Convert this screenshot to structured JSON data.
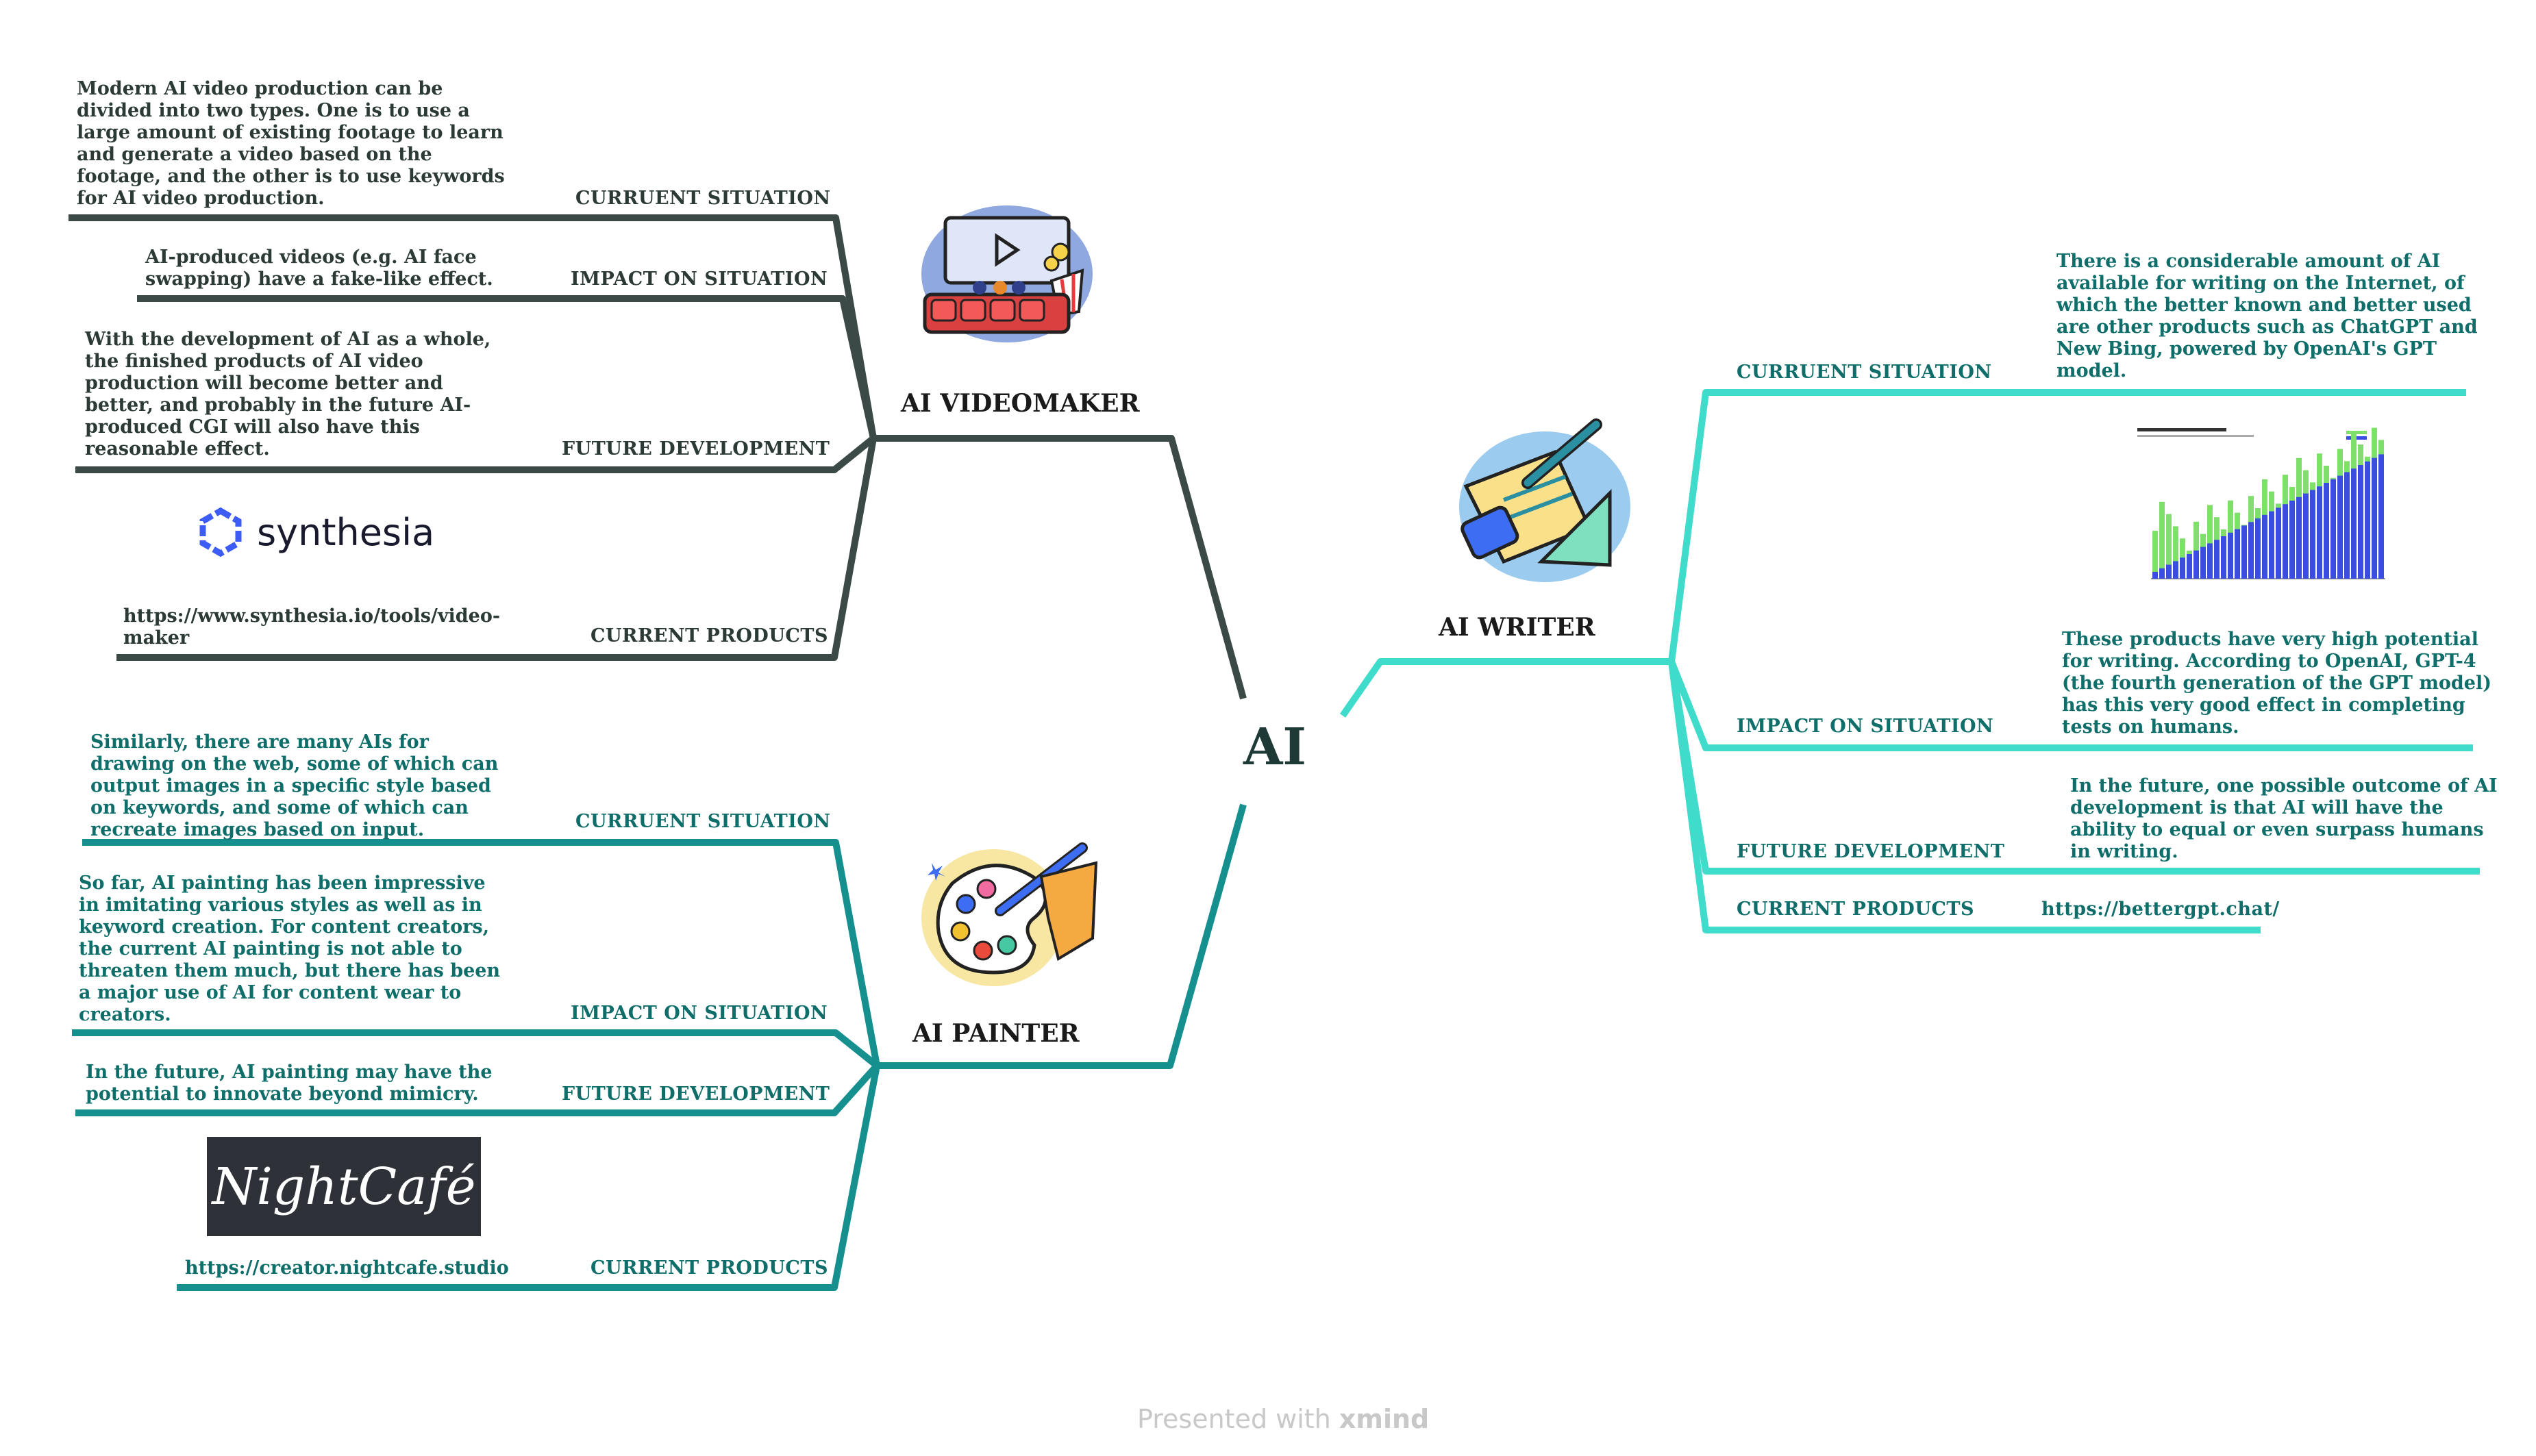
{
  "center": {
    "label": "AI"
  },
  "branches": {
    "videomaker": {
      "title": "AI VIDEOMAKER",
      "current_situation": {
        "label": "CURRUENT SITUATION",
        "text": "Modern AI video production can be\ndivided into two types. One is to use a\nlarge amount of existing footage to learn\nand generate a video based on the\nfootage, and the other is to use keywords\nfor AI video production."
      },
      "impact": {
        "label": "IMPACT ON SITUATION",
        "text": "AI-produced videos (e.g. AI face\nswapping) have a fake-like effect."
      },
      "future": {
        "label": "FUTURE DEVELOPMENT",
        "text": "With the development of AI as a whole,\nthe finished products of AI video\nproduction will become better and\nbetter, and probably in the future AI-\nproduced CGI will also have this\nreasonable effect."
      },
      "products": {
        "label": "CURRENT PRODUCTS",
        "logo": "synthesia",
        "url": "https://www.synthesia.io/tools/video-\nmaker"
      }
    },
    "painter": {
      "title": "AI PAINTER",
      "current_situation": {
        "label": "CURRUENT SITUATION",
        "text": "Similarly, there are many AIs for\ndrawing on the web, some of which can\noutput images in a specific style based\non keywords, and some of which can\nrecreate images based on input."
      },
      "impact": {
        "label": "IMPACT ON SITUATION",
        "text": "So far, AI painting has been impressive\nin imitating various styles as well as in\nkeyword creation. For content creators,\nthe current AI painting is not able to\nthreaten them much, but there has been\na major use of AI for content wear to\ncreators."
      },
      "future": {
        "label": "FUTURE DEVELOPMENT",
        "text": "In the future, AI painting may have the\npotential to innovate beyond mimicry."
      },
      "products": {
        "label": "CURRENT PRODUCTS",
        "logo": "NightCafé",
        "url": "https://creator.nightcafe.studio"
      }
    },
    "writer": {
      "title": "AI WRITER",
      "current_situation": {
        "label": "CURRUENT SITUATION",
        "text": "There is a considerable amount of AI\navailable for writing on the Internet, of\nwhich the better known and better used\nare other products such as ChatGPT and\nNew Bing, powered by OpenAI's GPT\nmodel."
      },
      "impact": {
        "label": "IMPACT ON SITUATION",
        "text": " These products have very high potential\nfor writing. According to OpenAI, GPT-4\n(the fourth generation of the GPT model)\nhas this very good effect in completing\ntests on humans."
      },
      "future": {
        "label": "FUTURE DEVELOPMENT",
        "text": "In the future, one possible outcome of AI\ndevelopment is that AI will have the\nability to equal or even surpass humans\nin writing."
      },
      "products": {
        "label": "CURRENT PRODUCTS",
        "url": "https://bettergpt.chat/"
      }
    }
  },
  "footer": {
    "prefix": "Presented with",
    "brand": "xmind"
  },
  "colors": {
    "dark": "#3b4a46",
    "teal": "#16908f",
    "cyan": "#3fdccc"
  }
}
